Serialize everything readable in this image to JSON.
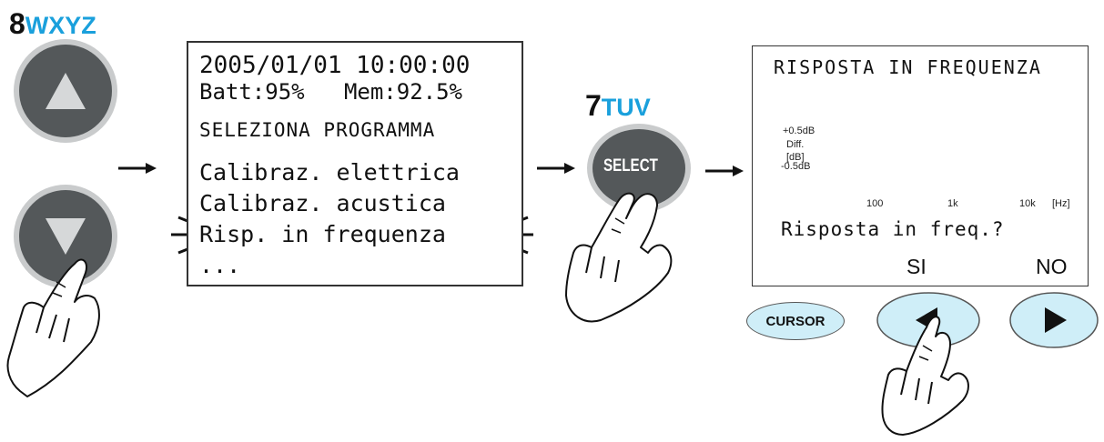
{
  "keypad": {
    "up_key": {
      "number": "8",
      "letters": "WXYZ"
    },
    "select_key": {
      "number": "7",
      "letters": "TUV",
      "label": "SELECT"
    }
  },
  "menu_screen": {
    "datetime": "2005/01/01 10:00:00",
    "status": "Batt:95%   Mem:92.5%",
    "heading": "SELEZIONA PROGRAMMA",
    "items": [
      "Calibraz. elettrica",
      "Calibraz. acustica",
      "Risp. in frequenza",
      "..."
    ]
  },
  "freq_screen": {
    "title": "RISPOSTA IN FREQUENZA",
    "plus_label": "+0.5dB",
    "minus_label": "-0.5dB",
    "diff_label": "Diff.",
    "unit_label": "[dB]",
    "tick_100": "100",
    "tick_1k": "1k",
    "tick_10k": "10k",
    "hz_label": "[Hz]",
    "question": "Risposta in freq.?",
    "yes_label": "SI",
    "no_label": "NO"
  },
  "buttons": {
    "cursor_label": "CURSOR"
  },
  "colors": {
    "key_gray": "#54585a",
    "key_ring": "#c9cbcc",
    "accent_blue": "#1aa0dc",
    "oval_fill": "#cfeef8"
  }
}
